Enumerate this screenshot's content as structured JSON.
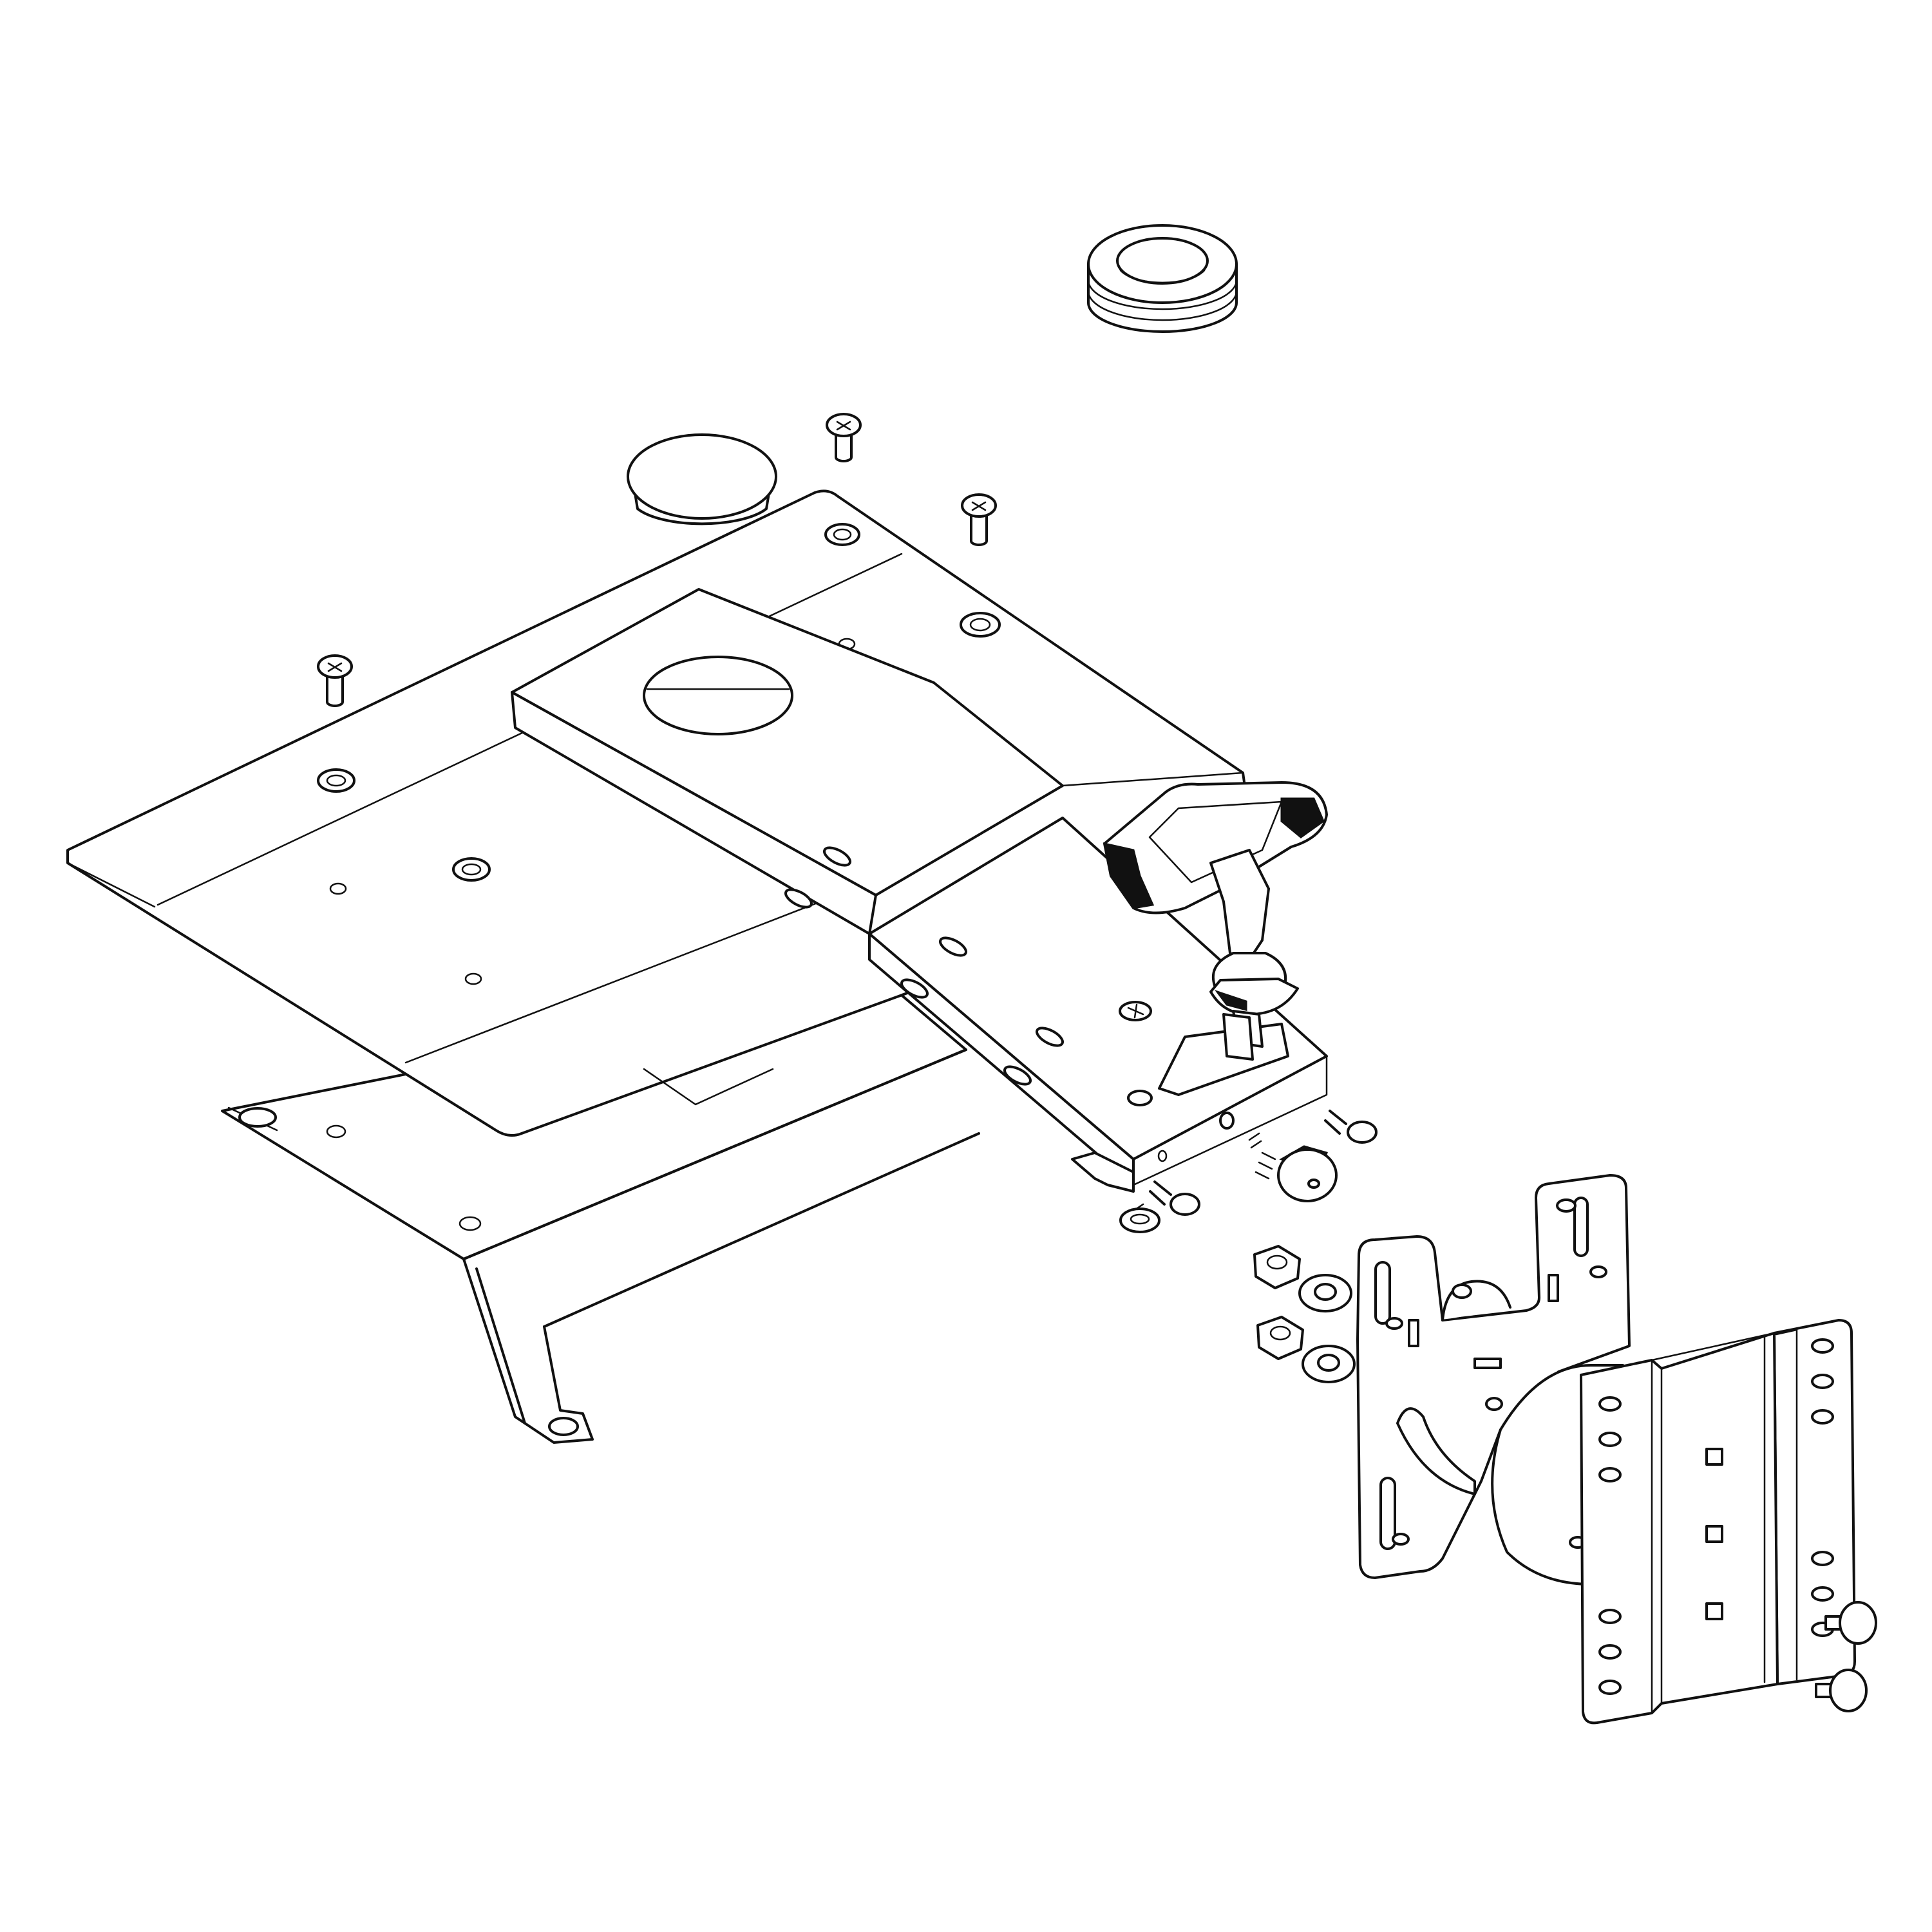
{
  "drawing": {
    "kind": "exploded-assembly-line-drawing",
    "stroke_color": "#111111",
    "background_color": "#ffffff",
    "printed_text": ""
  },
  "parts": [
    {
      "id": "grommet",
      "icon": "grommet-icon"
    },
    {
      "id": "hole-plug-cap",
      "icon": "plug-cap-icon"
    },
    {
      "id": "phillips-screws",
      "icon": "screw-icon",
      "count": 4
    },
    {
      "id": "main-mounting-plate",
      "icon": "plate-icon"
    },
    {
      "id": "slide-channel",
      "icon": "channel-icon"
    },
    {
      "id": "lower-frame-bracket",
      "icon": "bracket-icon"
    },
    {
      "id": "t-handle-clamp-knob",
      "icon": "t-handle-icon"
    },
    {
      "id": "rubber-bumper",
      "icon": "bumper-icon"
    },
    {
      "id": "small-bolts",
      "icon": "bolt-icon",
      "count": 4
    },
    {
      "id": "hex-nuts",
      "icon": "hex-nut-icon",
      "count": 2
    },
    {
      "id": "flat-washers",
      "icon": "washer-icon",
      "count": 2
    },
    {
      "id": "tilt-bracket",
      "icon": "tilt-bracket-icon"
    },
    {
      "id": "adapter-plate",
      "icon": "adapter-plate-icon"
    },
    {
      "id": "thumb-screws",
      "icon": "thumb-screw-icon",
      "count": 2
    }
  ]
}
